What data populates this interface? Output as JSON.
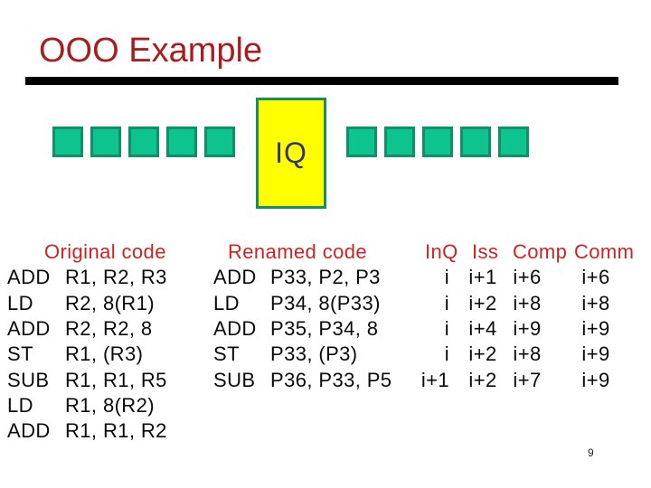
{
  "slide": {
    "title": "OOO Example",
    "page_number": "9"
  },
  "diagram": {
    "iq_box_label": "IQ",
    "left_queue_slots": 5,
    "right_queue_slots": 5
  },
  "tables": {
    "original": {
      "header": "Original code",
      "rows": [
        {
          "op": "ADD",
          "operands": "R1, R2, R3"
        },
        {
          "op": "LD",
          "operands": "R2, 8(R1)"
        },
        {
          "op": "ADD",
          "operands": "R2, R2, 8"
        },
        {
          "op": "ST",
          "operands": "R1, (R3)"
        },
        {
          "op": "SUB",
          "operands": "R1, R1, R5"
        },
        {
          "op": "LD",
          "operands": "R1, 8(R2)"
        },
        {
          "op": "ADD",
          "operands": "R1, R1, R2"
        }
      ]
    },
    "renamed": {
      "header": "Renamed code",
      "rows": [
        {
          "op": "ADD",
          "operands": "P33, P2, P3"
        },
        {
          "op": "LD",
          "operands": "P34, 8(P33)"
        },
        {
          "op": "ADD",
          "operands": "P35, P34, 8"
        },
        {
          "op": "ST",
          "operands": "P33, (P3)"
        },
        {
          "op": "SUB",
          "operands": "P36, P33, P5"
        }
      ]
    },
    "timing": {
      "headers": {
        "inq": "InQ",
        "iss": "Iss",
        "comp": "Comp",
        "comm": "Comm"
      },
      "rows": [
        {
          "inq": "i",
          "iss": "i+1",
          "comp": "i+6",
          "comm": "i+6"
        },
        {
          "inq": "i",
          "iss": "i+2",
          "comp": "i+8",
          "comm": "i+8"
        },
        {
          "inq": "i",
          "iss": "i+4",
          "comp": "i+9",
          "comm": "i+9"
        },
        {
          "inq": "i",
          "iss": "i+2",
          "comp": "i+8",
          "comm": "i+9"
        },
        {
          "inq": "i+1",
          "iss": "i+2",
          "comp": "i+7",
          "comm": "i+9"
        }
      ]
    }
  },
  "colors": {
    "title_red": "#a81d1d",
    "table_header_red": "#cc2424",
    "square_fill": "#0ec48e",
    "square_border": "#128f68",
    "iq_fill": "#ffff00",
    "iq_text": "#333377",
    "rule_black": "#000000"
  }
}
